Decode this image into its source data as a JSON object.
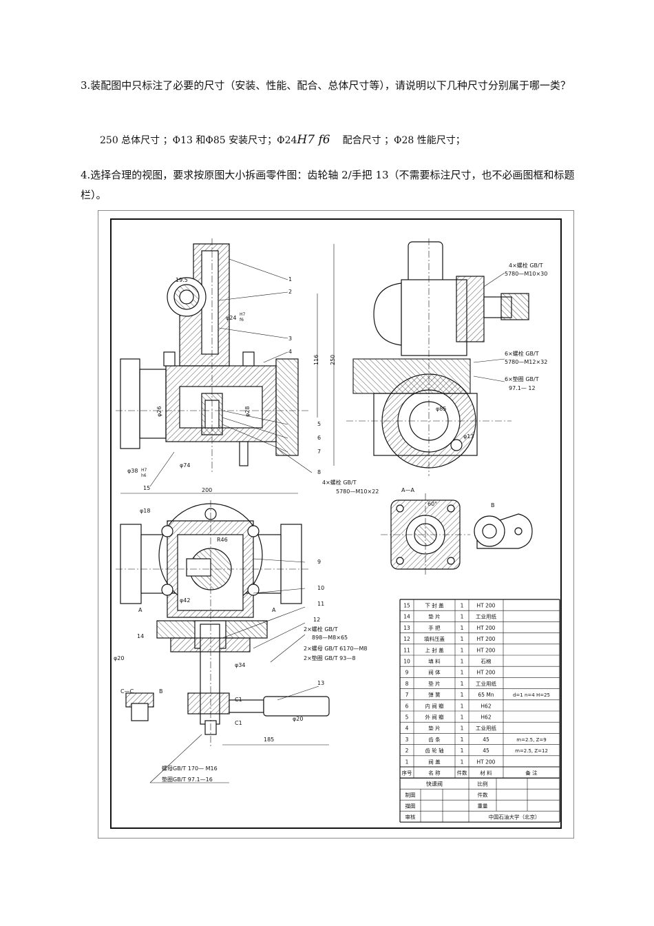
{
  "question3": {
    "text": "3.装配图中只标注了必要的尺寸（安装、性能、配合、总体尺寸等），请说明以下几种尺寸分别属于哪一类？"
  },
  "answer3": {
    "part1": "250  总体尺寸 ；Φ13 和Φ85  安装尺寸；Φ24",
    "frac_num": "H7",
    "frac_den": "f6",
    "part2": "配合尺寸 ；Φ28  性能尺寸；"
  },
  "question4": {
    "text": "4.选择合理的视图，要求按原图大小拆画零件图：齿轮轴 2/手把 13（不需要标注尺寸，也不必画图框和标题栏）。"
  },
  "drawing": {
    "dims": {
      "d195": "19.5",
      "d24": "φ24",
      "fit_h7": "H7",
      "fit_f6": "f6",
      "fit_h7b": "H7",
      "fit_h6": "h6",
      "d116": "116",
      "d250": "250",
      "d26": "φ26",
      "d28": "φ28",
      "d38": "φ38",
      "d74": "φ74",
      "d200": "200",
      "d18": "φ18",
      "r46": "R46",
      "d42": "φ42",
      "d20": "φ20",
      "d34": "φ34",
      "d20b": "φ20",
      "d185": "185",
      "d85": "φ85",
      "d13": "φ13",
      "a60": "60°"
    },
    "leaders": [
      "1",
      "2",
      "3",
      "4",
      "5",
      "6",
      "7",
      "8",
      "15",
      "9",
      "10",
      "11",
      "12",
      "13",
      "14"
    ],
    "notes": {
      "bolt4_a": "4×螺栓 GB/T",
      "bolt4_b": "5780—M10×30",
      "bolt6_a": "6×螺栓 GB/T",
      "bolt6_b": "5780—M12×32",
      "washer6_a": "6×垫圈 GB/T",
      "washer6_b": "97.1— 12",
      "bolt4b_a": "4×螺栓 GB/T",
      "bolt4b_b": "5780—M10×22",
      "bolt2_a": "2×螺栓 GB/T",
      "bolt2_b": "898—M8×65",
      "nut2": "2×螺母 GB/T 6170—M8",
      "washer2": "2×垫圈 GB/T  93—8",
      "nut16": "螺母GB/T 170— M16",
      "washer16": "垫圈GB/T  97.1—16",
      "secAA": "A—A",
      "secB": "B",
      "secCC": "C—C",
      "secCCB": "B",
      "c1a": "C1",
      "c1b": "C1",
      "markA1": "A",
      "markA2": "A"
    },
    "bom": [
      {
        "no": "15",
        "name": "下 封 盖",
        "qty": "1",
        "mat": "HT 200",
        "note": ""
      },
      {
        "no": "14",
        "name": "垫    片",
        "qty": "1",
        "mat": "工业用纸",
        "note": ""
      },
      {
        "no": "13",
        "name": "手    把",
        "qty": "1",
        "mat": "HT 200",
        "note": ""
      },
      {
        "no": "12",
        "name": "填料压盖",
        "qty": "1",
        "mat": "HT 200",
        "note": ""
      },
      {
        "no": "11",
        "name": "上 封 盖",
        "qty": "1",
        "mat": "HT 200",
        "note": ""
      },
      {
        "no": "10",
        "name": "填    料",
        "qty": "1",
        "mat": "石棉",
        "note": ""
      },
      {
        "no": "9",
        "name": "阀    体",
        "qty": "1",
        "mat": "HT 200",
        "note": ""
      },
      {
        "no": "8",
        "name": "垫    片",
        "qty": "1",
        "mat": "工业用纸",
        "note": ""
      },
      {
        "no": "7",
        "name": "弹    簧",
        "qty": "1",
        "mat": "65 Mn",
        "note": "d=1 n=4 H=25"
      },
      {
        "no": "6",
        "name": "内 阀 瓣",
        "qty": "1",
        "mat": "H62",
        "note": ""
      },
      {
        "no": "5",
        "name": "外 阀 瓣",
        "qty": "1",
        "mat": "H62",
        "note": ""
      },
      {
        "no": "4",
        "name": "垫    片",
        "qty": "1",
        "mat": "工业用纸",
        "note": ""
      },
      {
        "no": "3",
        "name": "齿    条",
        "qty": "1",
        "mat": "45",
        "note": "m=2.5, Z=9"
      },
      {
        "no": "2",
        "name": "齿 轮 轴",
        "qty": "1",
        "mat": "45",
        "note": "m=2.5, Z=12"
      },
      {
        "no": "1",
        "name": "阀    盖",
        "qty": "1",
        "mat": "HT 200",
        "note": ""
      }
    ],
    "bom_header": {
      "no": "序号",
      "name": "名    称",
      "qty": "件数",
      "mat": "材    料",
      "note": "备    注"
    },
    "title_block": {
      "name": "快速阀",
      "scale": "比例",
      "count": "件数",
      "drawn": "制图",
      "weight": "重量",
      "traced": "描图",
      "checked": "审核",
      "org": "中国石油大学（北京）"
    }
  }
}
